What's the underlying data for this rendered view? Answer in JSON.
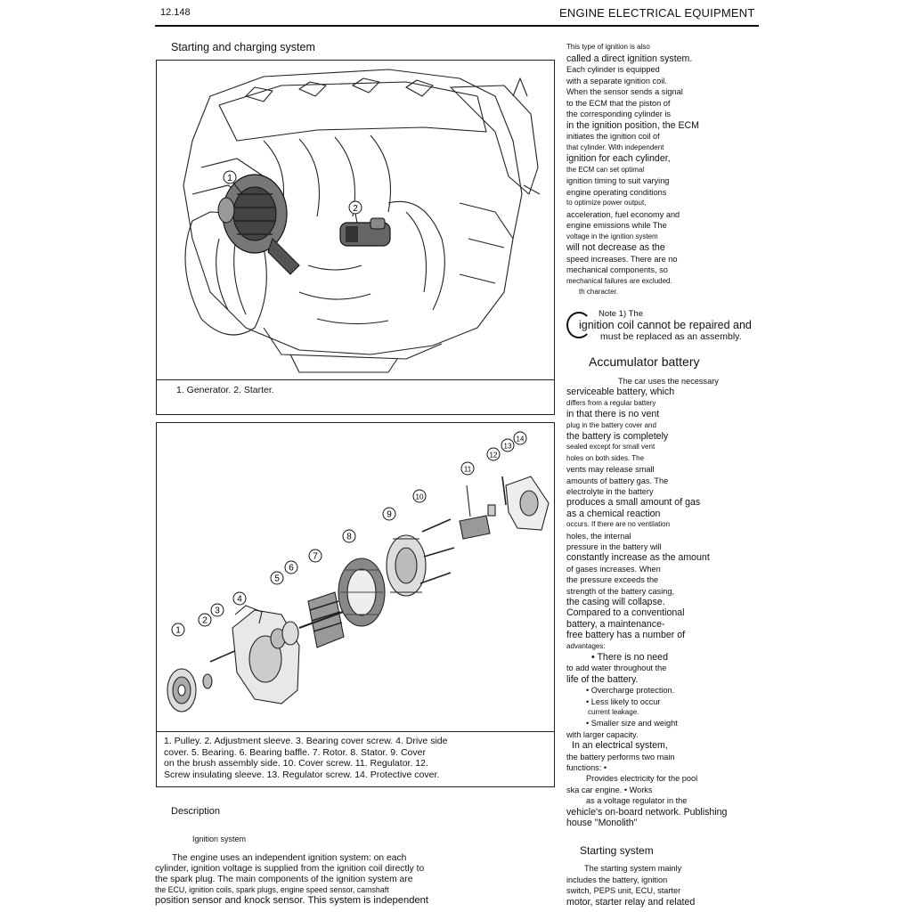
{
  "header": {
    "page_number": "12.148",
    "section_title": "ENGINE ELECTRICAL EQUIPMENT"
  },
  "left": {
    "heading": "Starting and charging system",
    "figure1": {
      "callouts": [
        "1",
        "2"
      ],
      "caption": "1. Generator. 2. Starter."
    },
    "figure2": {
      "callouts": [
        "1",
        "2",
        "3",
        "4",
        "5",
        "6",
        "7",
        "8",
        "9",
        "10",
        "11",
        "12",
        "13",
        "14"
      ],
      "caption_lines": [
        "1. Pulley. 2. Adjustment sleeve. 3. Bearing cover screw. 4. Drive side",
        "cover. 5. Bearing. 6. Bearing baffle. 7. Rotor. 8. Stator. 9. Cover",
        "on the brush assembly side. 10. Cover screw. 11. Regulator. 12.",
        "Screw insulating sleeve. 13. Regulator screw. 14. Protective cover."
      ]
    },
    "description_heading": "Description",
    "ignition_heading": "Ignition system",
    "ignition_lines": [
      "The engine uses an independent ignition system: on each",
      "cylinder, ignition voltage is supplied from the ignition coil directly to",
      "the spark plug. The main components of the ignition system are",
      "the ECU, ignition coils, spark plugs, engine speed sensor, camshaft",
      "position sensor and knock sensor. This system is independent"
    ]
  },
  "right": {
    "intro_lines": [
      "This type of ignition is also",
      "called a direct ignition system.",
      "Each cylinder is equipped",
      "with a separate ignition coil.",
      "When the sensor sends a signal",
      "to the ECM that the piston of",
      "the corresponding cylinder is",
      "in the ignition position, the ECM",
      "initiates the ignition coil of",
      "that cylinder. With independent",
      "ignition for each cylinder,",
      "the ECM can set optimal",
      "ignition timing to suit varying",
      "engine operating conditions",
      "to optimize power output,",
      "acceleration, fuel economy and",
      "engine emissions while The",
      "voltage in the ignition system",
      "will not decrease as the",
      "speed increases. There are no",
      "mechanical components, so",
      "mechanical failures are excluded.",
      "th character."
    ],
    "note": {
      "label": "Note 1) The",
      "line1": "ignition coil cannot be repaired and",
      "line2": "must be replaced as an assembly."
    },
    "battery_heading": "Accumulator battery",
    "battery_lines": [
      "The car uses the necessary",
      "serviceable battery, which",
      "differs from a regular battery",
      "in that there is no vent",
      "plug in the battery cover and",
      "the battery is completely",
      "sealed except for small vent",
      "holes on both sides. The",
      "vents may release small",
      "amounts of battery gas. The",
      "electrolyte in the battery",
      "produces a small amount of gas",
      "as a chemical reaction",
      "occurs. If there are no ventilation",
      "holes, the internal",
      "pressure in the battery will",
      "constantly increase as the amount",
      "of gases increases. When",
      "the pressure exceeds the",
      "strength of the battery casing,",
      "the casing will collapse.",
      "Compared to a conventional",
      "battery, a maintenance-",
      "free battery has a number of",
      "advantages:",
      "• There is no need",
      "to add water throughout the",
      "life of the battery.",
      "• Overcharge protection.",
      "• Less likely to occur",
      "current leakage.",
      "• Smaller size and weight",
      "with larger capacity.",
      "In an electrical system,",
      "the battery performs two main",
      "functions: •",
      "Provides electricity for the pool",
      "ska car engine. • Works",
      "as a voltage regulator in the",
      "vehicle's on-board network. Publishing",
      "house \"Monolith\""
    ],
    "starting_heading": "Starting system",
    "starting_lines": [
      "The starting system mainly",
      "includes the battery, ignition",
      "switch, PEPS unit, ECU, starter",
      "motor, starter relay and related"
    ]
  }
}
